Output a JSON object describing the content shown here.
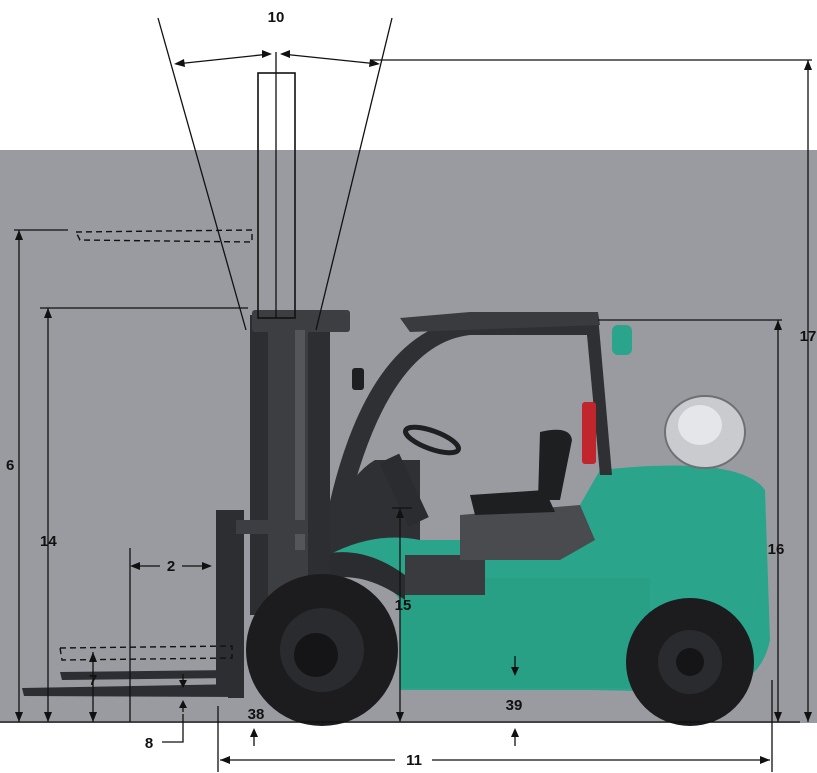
{
  "dimension_labels": {
    "d2": "2",
    "d6": "6",
    "d7": "7",
    "d8": "8",
    "d10": "10",
    "d11": "11",
    "d14": "14",
    "d15": "15",
    "d16": "16",
    "d17": "17",
    "d38": "38",
    "d39": "39"
  },
  "colors": {
    "background_panel": "#9a9ba0",
    "body_green": "#2aa48a",
    "body_dark": "#2f3033",
    "tire": "#1c1c1e",
    "line": "#111111"
  }
}
